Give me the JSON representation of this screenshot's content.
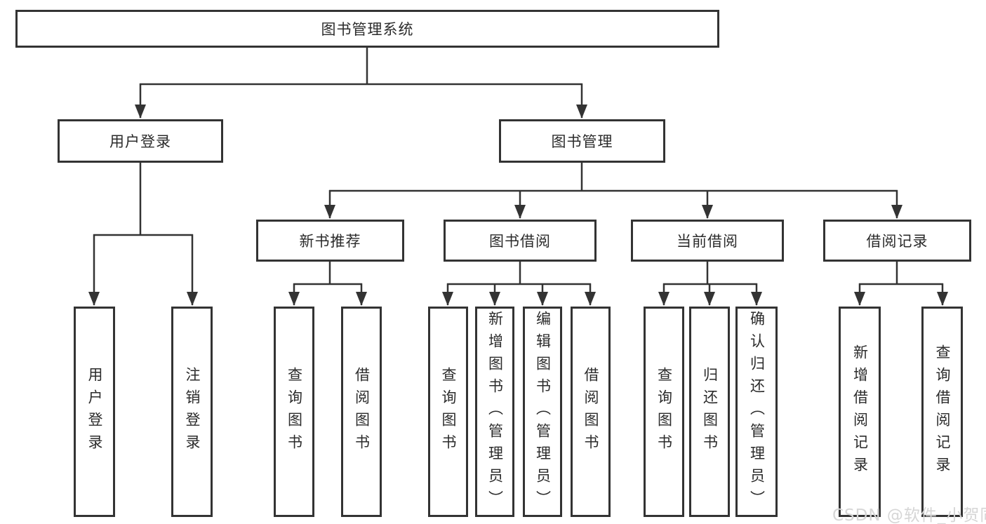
{
  "tree": {
    "root": {
      "label": "图书管理系统"
    },
    "branches": [
      {
        "label": "用户登录",
        "children": [
          {
            "label": "用户登录"
          },
          {
            "label": "注销登录"
          }
        ]
      },
      {
        "label": "图书管理",
        "groups": [
          {
            "label": "新书推荐",
            "children": [
              {
                "label": "查询图书"
              },
              {
                "label": "借阅图书"
              }
            ]
          },
          {
            "label": "图书借阅",
            "children": [
              {
                "label": "查询图书"
              },
              {
                "label": "新增图书（管理员）"
              },
              {
                "label": "编辑图书（管理员）"
              },
              {
                "label": "借阅图书"
              }
            ]
          },
          {
            "label": "当前借阅",
            "children": [
              {
                "label": "查询图书"
              },
              {
                "label": "归还图书"
              },
              {
                "label": "确认归还（管理员）"
              }
            ]
          },
          {
            "label": "借阅记录",
            "children": [
              {
                "label": "新增借阅记录"
              },
              {
                "label": "查询借阅记录"
              }
            ]
          }
        ]
      }
    ]
  },
  "watermark": {
    "text": "CSDN @软件_小贺同学"
  },
  "colors": {
    "line": "#333333",
    "box_border": "#333333",
    "background": "#ffffff",
    "watermark": "#d6d6d6"
  }
}
